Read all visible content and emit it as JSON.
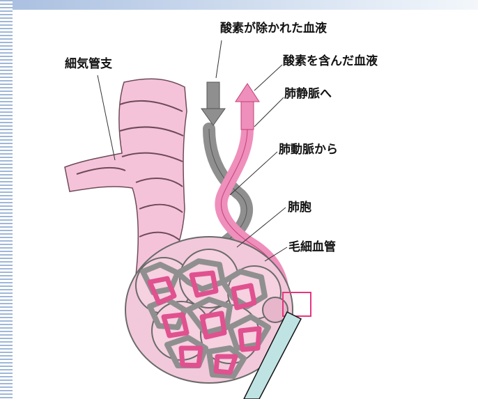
{
  "labels": {
    "deoxygenated_blood": "酸素が除かれた血液",
    "oxygenated_blood": "酸素を含んだ血液",
    "bronchiole": "細気管支",
    "to_pulmonary_vein": "肺静脈へ",
    "from_pulmonary_artery": "肺動脈から",
    "alveolus": "肺胞",
    "capillary": "毛細血管"
  },
  "colors": {
    "pink": "#f1a9c9",
    "pink_dark": "#e0518f",
    "gray": "#8f8f8f",
    "gray_dark": "#555555",
    "highlight_box": "#e6357f",
    "pointer_fill": "#bfe3e3"
  }
}
